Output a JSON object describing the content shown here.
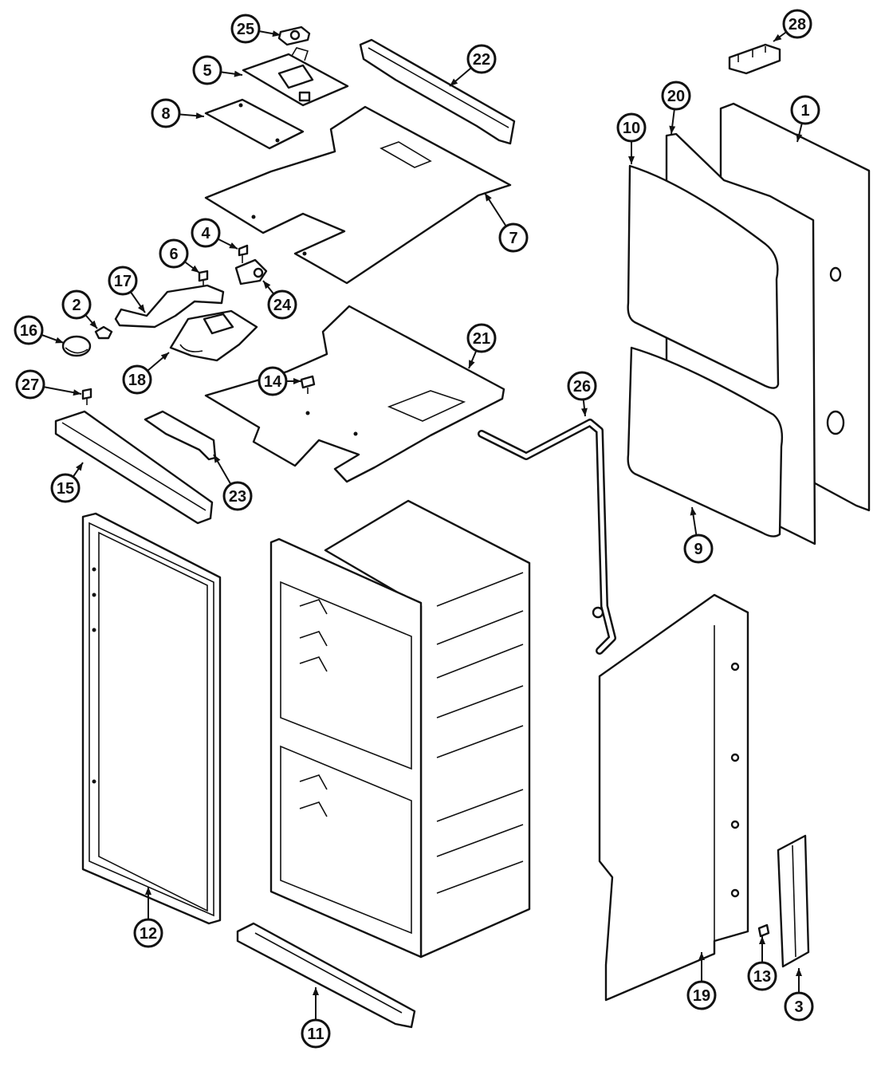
{
  "callouts": [
    {
      "label": "1"
    },
    {
      "label": "2"
    },
    {
      "label": "3"
    },
    {
      "label": "4"
    },
    {
      "label": "5"
    },
    {
      "label": "6"
    },
    {
      "label": "7"
    },
    {
      "label": "8"
    },
    {
      "label": "9"
    },
    {
      "label": "10"
    },
    {
      "label": "11"
    },
    {
      "label": "12"
    },
    {
      "label": "13"
    },
    {
      "label": "14"
    },
    {
      "label": "15"
    },
    {
      "label": "16"
    },
    {
      "label": "17"
    },
    {
      "label": "18"
    },
    {
      "label": "19"
    },
    {
      "label": "20"
    },
    {
      "label": "21"
    },
    {
      "label": "22"
    },
    {
      "label": "23"
    },
    {
      "label": "24"
    },
    {
      "label": "25"
    },
    {
      "label": "26"
    },
    {
      "label": "27"
    },
    {
      "label": "28"
    }
  ]
}
